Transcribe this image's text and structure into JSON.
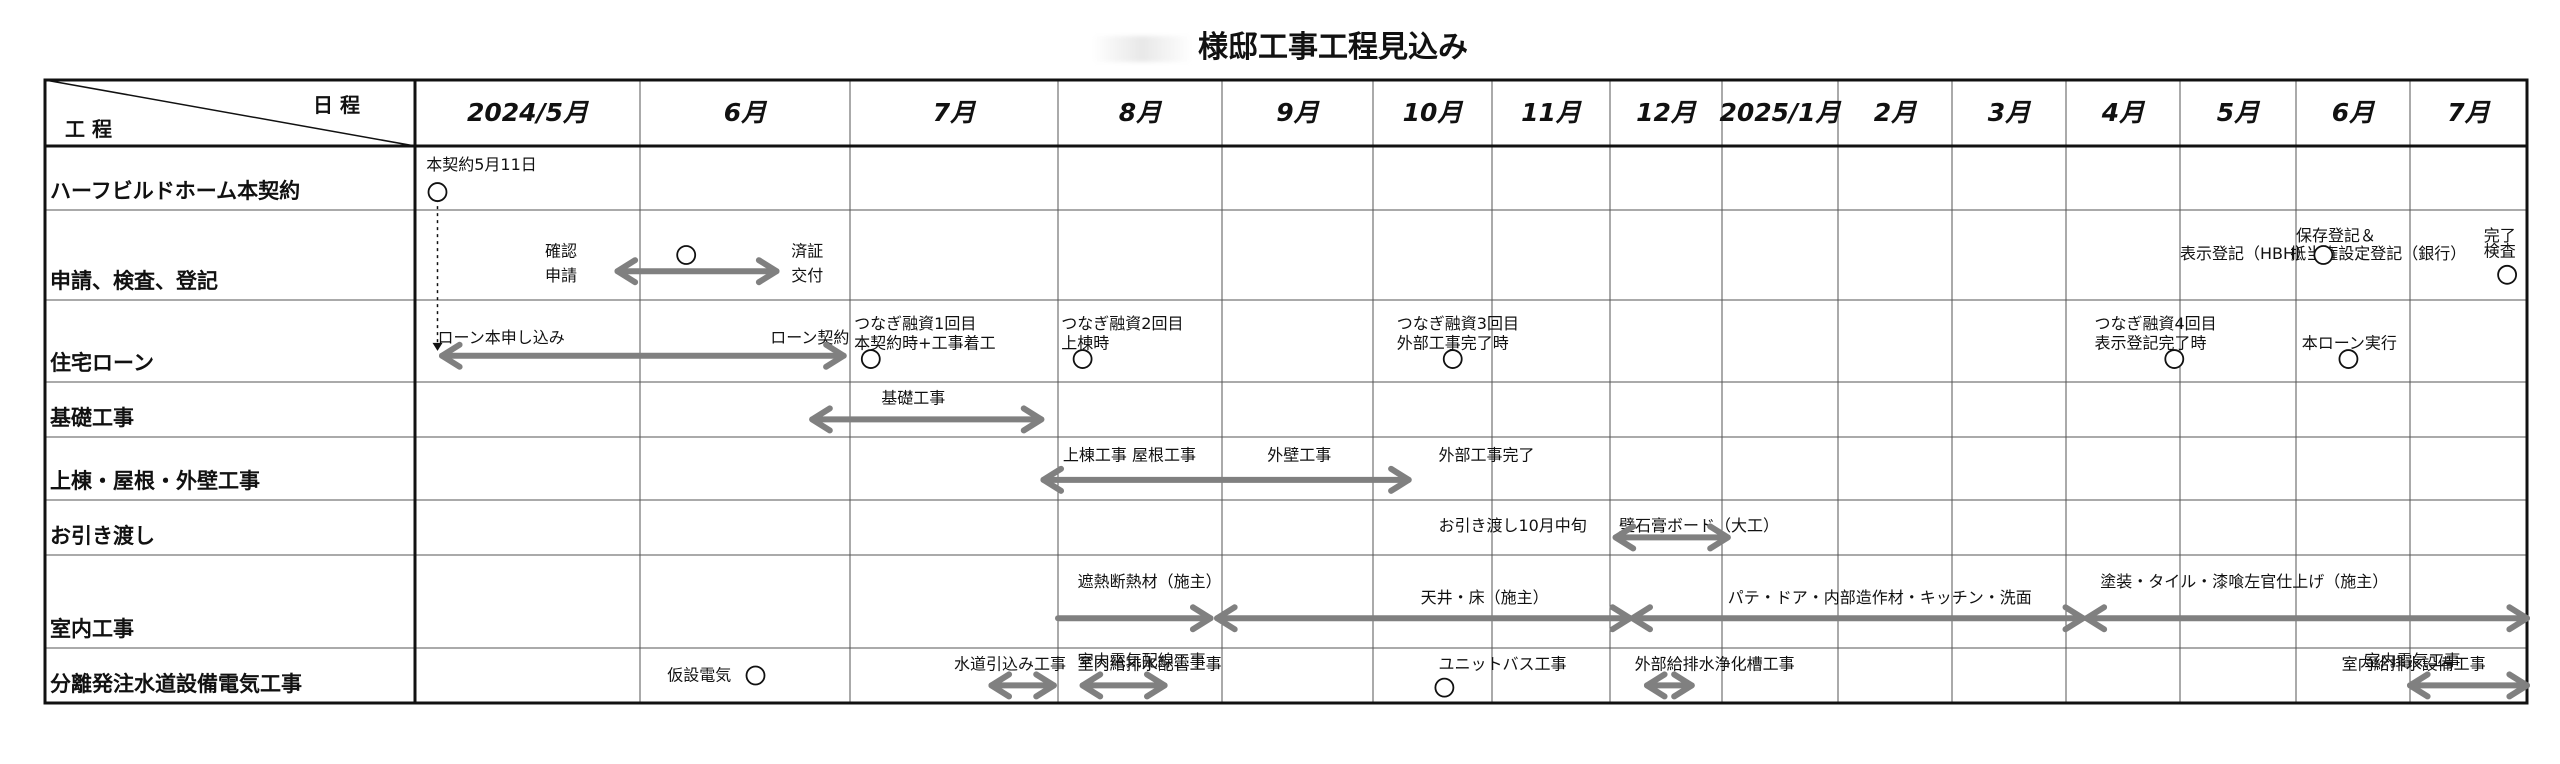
{
  "title": "様邸工事工程見込み",
  "header": {
    "schedule_label": "日 程",
    "process_label": "工 程"
  },
  "months": [
    "2024/5月",
    "6月",
    "7月",
    "8月",
    "9月",
    "10月",
    "11月",
    "12月",
    "2025/1月",
    "2月",
    "3月",
    "4月",
    "5月",
    "6月",
    "7月"
  ],
  "rows": [
    "ハーフビルドホーム本契約",
    "申請、検査、登記",
    "住宅ローン",
    "基礎工事",
    "上棟・屋根・外壁工事",
    "お引き渡し",
    "室内工事",
    "分離発注水道設備電気工事"
  ],
  "annotations": [
    {
      "text": "本契約5月11日",
      "row": 0,
      "m": 0.05,
      "pos": "top"
    },
    {
      "text": "確認",
      "row": 1,
      "m": 0.72,
      "pos": "upper",
      "align": "end"
    },
    {
      "text": "申請",
      "row": 1,
      "m": 0.72,
      "pos": "lower",
      "align": "end"
    },
    {
      "text": "済証",
      "row": 1,
      "m": 1.72,
      "pos": "upper"
    },
    {
      "text": "交付",
      "row": 1,
      "m": 1.72,
      "pos": "lower"
    },
    {
      "text": "表示登記（HBH）",
      "row": 1,
      "m": 12.0,
      "pos": "mid"
    },
    {
      "text": "保存登記＆",
      "row": 1,
      "m": 13.0,
      "pos": "top"
    },
    {
      "text": "抵当権設定登記（銀行）",
      "row": 1,
      "m": 12.95,
      "pos": "mid"
    },
    {
      "text": "完了",
      "row": 1,
      "m": 14.63,
      "pos": "top"
    },
    {
      "text": "検査",
      "row": 1,
      "m": 14.63,
      "pos": "upper"
    },
    {
      "text": "ローン本申し込み",
      "row": 2,
      "m": 0.1,
      "pos": "upper"
    },
    {
      "text": "ローン契約",
      "row": 2,
      "m": 1.62,
      "pos": "upper"
    },
    {
      "text": "つなぎ融資1回目",
      "row": 2,
      "m": 2.02,
      "pos": "top"
    },
    {
      "text": "本契約時+工事着工",
      "row": 2,
      "m": 2.02,
      "pos": "upper2"
    },
    {
      "text": "つなぎ融資2回目",
      "row": 2,
      "m": 3.02,
      "pos": "top"
    },
    {
      "text": "上棟時",
      "row": 2,
      "m": 3.02,
      "pos": "upper2"
    },
    {
      "text": "つなぎ融資3回目",
      "row": 2,
      "m": 5.2,
      "pos": "top"
    },
    {
      "text": "外部工事完了時",
      "row": 2,
      "m": 5.2,
      "pos": "upper2"
    },
    {
      "text": "つなぎ融資4回目",
      "row": 2,
      "m": 11.25,
      "pos": "top"
    },
    {
      "text": "表示登記完了時",
      "row": 2,
      "m": 11.25,
      "pos": "upper2"
    },
    {
      "text": "本ローン実行",
      "row": 2,
      "m": 13.05,
      "pos": "upper2"
    },
    {
      "text": "基礎工事",
      "row": 3,
      "m": 2.15,
      "pos": "top"
    },
    {
      "text": "上棟工事  屋根工事",
      "row": 4,
      "m": 3.03,
      "pos": "top"
    },
    {
      "text": "外壁工事",
      "row": 4,
      "m": 4.3,
      "pos": "top"
    },
    {
      "text": "外部工事完了",
      "row": 4,
      "m": 5.55,
      "pos": "top"
    },
    {
      "text": "お引き渡し10月中旬",
      "row": 5,
      "m": 5.55,
      "pos": "upper"
    },
    {
      "text": "壁石膏ボード（大工）",
      "row": 5,
      "m": 7.08,
      "pos": "upper"
    },
    {
      "text": "遮熱断熱材（施主）",
      "row": 6,
      "m": 3.12,
      "pos": "top"
    },
    {
      "text": "天井・床（施主）",
      "row": 6,
      "m": 5.4,
      "pos": "upper"
    },
    {
      "text": "パテ・ドア・内部造作材・キッチン・洗面",
      "row": 6,
      "m": 8.05,
      "pos": "upper"
    },
    {
      "text": "塗装・タイル・漆喰左官仕上げ（施主）",
      "row": 6,
      "m": 11.3,
      "pos": "top"
    },
    {
      "text": "仮設電気",
      "row": 7,
      "m": 1.13,
      "pos": "mid"
    },
    {
      "text": "水道引込み工事",
      "row": 7,
      "m": 2.5,
      "pos": "top"
    },
    {
      "text": "室内電気配線工事",
      "row": 7,
      "m": 3.12,
      "pos": "top0"
    },
    {
      "text": "室内給排水配管工事",
      "row": 7,
      "m": 3.12,
      "pos": "top"
    },
    {
      "text": "ユニットバス工事",
      "row": 7,
      "m": 5.55,
      "pos": "top"
    },
    {
      "text": "外部給排水浄化槽工事",
      "row": 7,
      "m": 7.22,
      "pos": "top"
    },
    {
      "text": "室内電気工事",
      "row": 7,
      "m": 13.6,
      "pos": "top0"
    },
    {
      "text": "室内給排水設備工事",
      "row": 7,
      "m": 13.4,
      "pos": "top"
    }
  ],
  "arrows": [
    {
      "row": 1,
      "from": 0.9,
      "to": 1.65,
      "start": true,
      "end": true
    },
    {
      "row": 2,
      "from": 0.12,
      "to": 1.97,
      "start": true,
      "end": true
    },
    {
      "row": 3,
      "from": 1.82,
      "to": 2.92,
      "start": true,
      "end": true
    },
    {
      "row": 4,
      "from": 2.93,
      "to": 5.3,
      "start": true,
      "end": true
    },
    {
      "row": 5,
      "from": 7.05,
      "to": 8.05,
      "start": true,
      "end": true
    },
    {
      "row": 6,
      "from": 3.0,
      "to": 3.93,
      "start": false,
      "end": true
    },
    {
      "row": 6,
      "from": 3.97,
      "to": 7.18,
      "start": true,
      "end": true
    },
    {
      "row": 6,
      "from": 7.2,
      "to": 11.15,
      "start": true,
      "end": true
    },
    {
      "row": 6,
      "from": 11.18,
      "to": 15.0,
      "start": true,
      "end": true
    },
    {
      "row": 7,
      "from": 2.68,
      "to": 2.98,
      "start": true,
      "end": true
    },
    {
      "row": 7,
      "from": 3.15,
      "to": 3.65,
      "start": true,
      "end": true
    },
    {
      "row": 7,
      "from": 7.33,
      "to": 7.73,
      "start": true,
      "end": true
    },
    {
      "row": 7,
      "from": 14.0,
      "to": 15.0,
      "start": true,
      "end": true
    }
  ],
  "markers": [
    {
      "row": 0,
      "m": 0.1
    },
    {
      "row": 1,
      "m": 1.22,
      "pos": "mid"
    },
    {
      "row": 1,
      "m": 13.24,
      "pos": "mid"
    },
    {
      "row": 1,
      "m": 14.83,
      "pos": "low"
    },
    {
      "row": 2,
      "m": 2.1
    },
    {
      "row": 2,
      "m": 3.15
    },
    {
      "row": 2,
      "m": 5.67
    },
    {
      "row": 2,
      "m": 11.95
    },
    {
      "row": 2,
      "m": 13.46
    },
    {
      "row": 7,
      "m": 1.55,
      "pos": "mid"
    },
    {
      "row": 7,
      "m": 5.6,
      "pos": "low"
    }
  ],
  "dotted": [
    {
      "m": 0.1,
      "fromRow": 0,
      "toRow": 2
    }
  ]
}
